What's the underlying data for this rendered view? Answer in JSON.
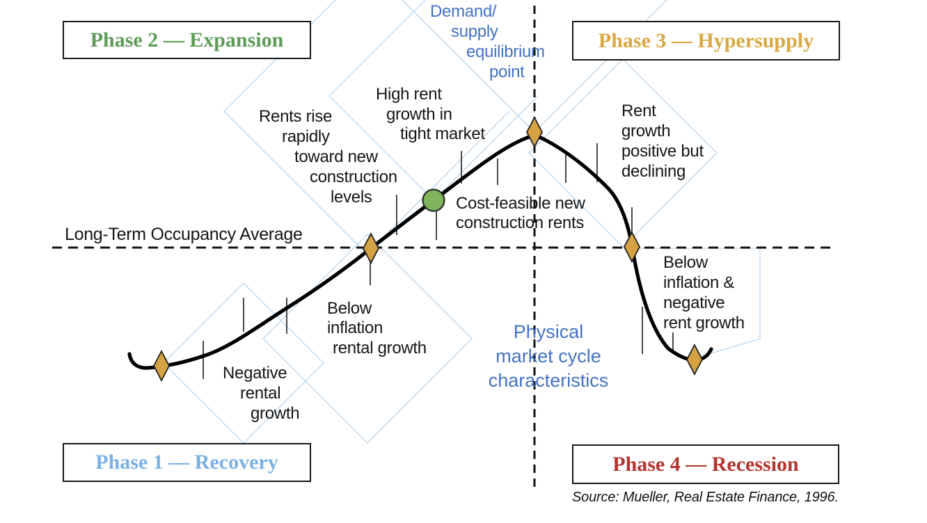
{
  "phase_boxes": {
    "phase1": "Phase 1 — Recovery",
    "phase2": "Phase 2 — Expansion",
    "phase3": "Phase 3 — Hypersupply",
    "phase4": "Phase 4 — Recession"
  },
  "occupancy_axis_label": "Long-Term Occupancy Average",
  "annotations": {
    "equilibrium": {
      "lines": [
        "Demand/",
        "supply",
        "equilibrium",
        "point"
      ]
    },
    "high_rent": {
      "lines": [
        "High rent",
        "growth in",
        "tight market"
      ]
    },
    "rents_rise": {
      "lines": [
        "Rents rise",
        "rapidly",
        "toward new",
        "construction",
        "levels"
      ]
    },
    "cost_feasible": {
      "lines": [
        "Cost-feasible new",
        "construction rents"
      ]
    },
    "rent_growth_positive_declining": {
      "lines": [
        "Rent",
        "growth",
        "positive but",
        "declining"
      ]
    },
    "below_inflation_rental": {
      "lines": [
        "Below",
        "inflation",
        "rental growth"
      ]
    },
    "negative_rental": {
      "lines": [
        "Negative",
        "rental",
        "growth"
      ]
    },
    "below_inflation_negative": {
      "lines": [
        "Below",
        "inflation &",
        "negative",
        "rent growth"
      ]
    },
    "physical_cycle": {
      "lines": [
        "Physical",
        "market cycle",
        "characteristics"
      ]
    }
  },
  "source_note": "Source: Mueller, Real Estate Finance, 1996.",
  "markers": {
    "cycle_points": [
      "recovery-start",
      "occupancy-crossing-up",
      "equilibrium-peak",
      "occupancy-crossing-down",
      "recession-trough"
    ],
    "cost_feasible_point": "green-circle"
  },
  "colors": {
    "phase1": "#79b1e3",
    "phase2": "#5e9c58",
    "phase3": "#d9a843",
    "phase4": "#b23530",
    "annotation_blue": "#4472c4",
    "marker_gold": "#d6a344",
    "marker_green": "#7fb45c",
    "diamond_outline": "#bdd9f0",
    "curve_black": "#000000"
  }
}
